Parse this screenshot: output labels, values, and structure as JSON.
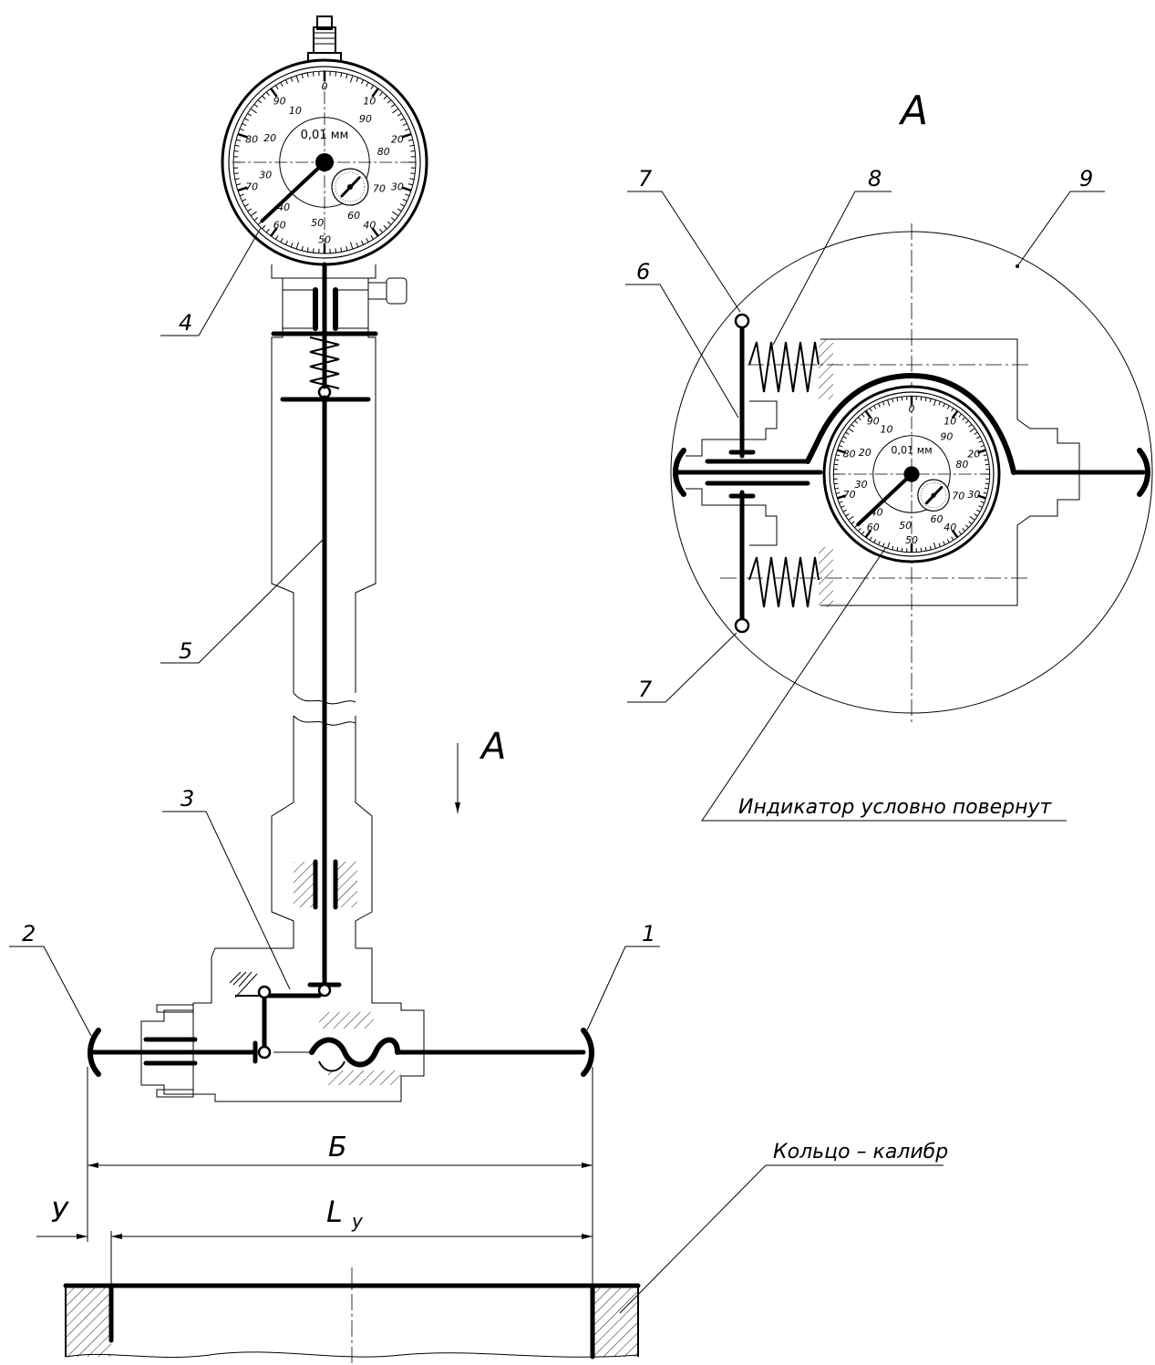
{
  "view_label_main": "А",
  "view_arrow_label": "А",
  "dial": {
    "unit": "0,01 мм",
    "outer_numbers": [
      "0",
      "10",
      "20",
      "30",
      "40",
      "50",
      "60",
      "70",
      "80",
      "90"
    ],
    "inner_numbers": [
      "10",
      "20",
      "30",
      "40"
    ]
  },
  "callouts": {
    "c1": "1",
    "c2": "2",
    "c3": "3",
    "c4": "4",
    "c5": "5",
    "c6": "6",
    "c7_top": "7",
    "c7_bottom": "7",
    "c8": "8",
    "c9": "9"
  },
  "notes": {
    "indicator_rotated": "Индикатор условно повернут",
    "ring_gauge": "Кольцо – калибр"
  },
  "dimensions": {
    "b": "Б",
    "y": "У",
    "l_main": "L",
    "l_sub": "у"
  }
}
